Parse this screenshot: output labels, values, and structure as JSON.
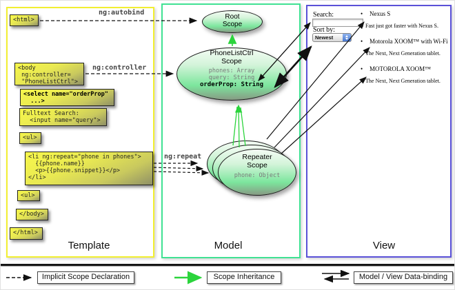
{
  "colors": {
    "template_border": "#f2ef30",
    "model_border": "#40e293",
    "view_border": "#5a50d8",
    "scope_fill_green": "#7ce69d",
    "box_yellow": "#f7f74b",
    "arrow_green": "#2bd43c",
    "arrow_black": "#111111"
  },
  "template_panel": {
    "label": "Template",
    "boxes": [
      {
        "name": "html-open",
        "code": "<html>"
      },
      {
        "name": "body-open",
        "code": "<body\n ng:controller=\n \"PhoneListCtrl\">"
      },
      {
        "name": "select",
        "code": "<select name=\"orderProp\"\n  ...>"
      },
      {
        "name": "fulltext",
        "code": "Fulltext Search:\n  <input name=\"query\">"
      },
      {
        "name": "ul-open",
        "code": "<ul>"
      },
      {
        "name": "li-repeat",
        "code": "<li ng:repeat=\"phone in phones\">\n  {{phone.name}}\n  <p>{{phone.snippet}}</p>\n</li>"
      },
      {
        "name": "ul-close",
        "code": "<ul>"
      },
      {
        "name": "body-close",
        "code": "</body>"
      },
      {
        "name": "html-close",
        "code": "</html>"
      }
    ]
  },
  "connector_labels": {
    "autobind": "ng:autobind",
    "controller": "ng:controller",
    "repeat": "ng:repeat"
  },
  "model_panel": {
    "label": "Model",
    "root_scope": {
      "title": "Root\nScope"
    },
    "phonelist_scope": {
      "title": "PhoneListCtrl\nScope",
      "props": "phones: Array\nquery: String",
      "bold_prop": "orderProp: String"
    },
    "repeater_scope": {
      "title": "Repeater\nScope",
      "prop": "phone: Object"
    }
  },
  "view_panel": {
    "label": "View",
    "search_label": "Search:",
    "sort_label": "Sort by:",
    "sort_value": "Newest",
    "bullet": "•",
    "items": [
      {
        "title": "Nexus S",
        "desc": "Fast just got faster with Nexus S."
      },
      {
        "title": "Motorola XOOM™ with Wi-Fi",
        "desc": "The Next, Next Generation tablet."
      },
      {
        "title": "MOTOROLA XOOM™",
        "desc": "The Next, Next Generation tablet."
      }
    ]
  },
  "legend": {
    "implicit": "Implicit Scope Declaration",
    "inheritance": "Scope Inheritance",
    "databinding": "Model / View Data-binding"
  }
}
